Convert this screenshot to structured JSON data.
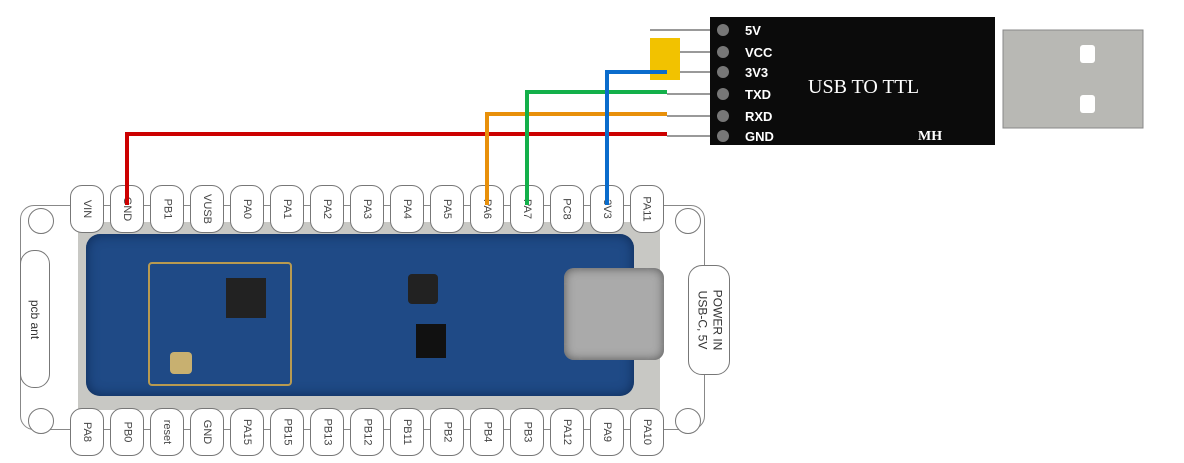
{
  "adapter": {
    "title": "USB TO TTL",
    "brand": "MH",
    "pins": [
      "5V",
      "VCC",
      "3V3",
      "TXD",
      "RXD",
      "GND"
    ]
  },
  "board": {
    "top_pins": [
      "VIN",
      "GND",
      "PB1",
      "VUSB",
      "PA0",
      "PA1",
      "PA2",
      "PA3",
      "PA4",
      "PA5",
      "PA6",
      "PA7",
      "PC8",
      "3V3",
      "PA11"
    ],
    "bottom_pins": [
      "PA8",
      "PB0",
      "reset",
      "GND",
      "PA15",
      "PB15",
      "PB13",
      "PB12",
      "PB11",
      "PB2",
      "PB4",
      "PB3",
      "PA12",
      "PA9",
      "PA10"
    ],
    "left_label": "pcb ant",
    "right_label_1": "POWER IN",
    "right_label_2": "USB-C, 5V"
  },
  "wires": [
    {
      "from": "GND",
      "to": "GND",
      "color": "#cc0000"
    },
    {
      "from": "RXD",
      "to": "PA6",
      "color": "#e8900a"
    },
    {
      "from": "TXD",
      "to": "PA7",
      "color": "#13b04a"
    },
    {
      "from": "3V3",
      "to": "3V3",
      "color": "#0a6ccc"
    }
  ]
}
